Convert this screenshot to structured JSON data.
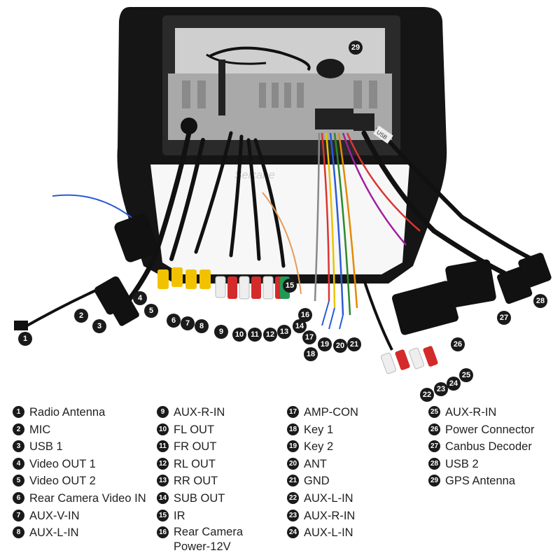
{
  "watermark": "Seicane",
  "device_labels": {
    "usb": "USB"
  },
  "legend": [
    {
      "n": "1",
      "label": "Radio Antenna"
    },
    {
      "n": "2",
      "label": "MIC"
    },
    {
      "n": "3",
      "label": "USB 1"
    },
    {
      "n": "4",
      "label": "Video OUT 1"
    },
    {
      "n": "5",
      "label": "Video OUT 2"
    },
    {
      "n": "6",
      "label": "Rear Camera Video IN"
    },
    {
      "n": "7",
      "label": "AUX-V-IN"
    },
    {
      "n": "8",
      "label": "AUX-L-IN"
    },
    {
      "n": "9",
      "label": "AUX-R-IN"
    },
    {
      "n": "10",
      "label": "FL OUT"
    },
    {
      "n": "11",
      "label": "FR OUT"
    },
    {
      "n": "12",
      "label": "RL OUT"
    },
    {
      "n": "13",
      "label": "RR OUT"
    },
    {
      "n": "14",
      "label": "SUB OUT"
    },
    {
      "n": "15",
      "label": "IR"
    },
    {
      "n": "16",
      "label": "Rear Camera Power-12V"
    },
    {
      "n": "17",
      "label": "AMP-CON"
    },
    {
      "n": "18",
      "label": "Key 1"
    },
    {
      "n": "19",
      "label": "Key 2"
    },
    {
      "n": "20",
      "label": "ANT"
    },
    {
      "n": "21",
      "label": "GND"
    },
    {
      "n": "22",
      "label": "AUX-L-IN"
    },
    {
      "n": "23",
      "label": "AUX-R-IN"
    },
    {
      "n": "24",
      "label": "AUX-L-IN"
    },
    {
      "n": "25",
      "label": "AUX-R-IN"
    },
    {
      "n": "26",
      "label": "Power Connector"
    },
    {
      "n": "27",
      "label": "Canbus Decoder"
    },
    {
      "n": "28",
      "label": "USB 2"
    },
    {
      "n": "29",
      "label": "GPS Antenna"
    }
  ],
  "badges": [
    "1",
    "2",
    "3",
    "4",
    "5",
    "6",
    "7",
    "8",
    "9",
    "10",
    "11",
    "12",
    "13",
    "14",
    "15",
    "16",
    "17",
    "18",
    "19",
    "20",
    "21",
    "22",
    "23",
    "24",
    "25",
    "26",
    "27",
    "28",
    "29"
  ]
}
